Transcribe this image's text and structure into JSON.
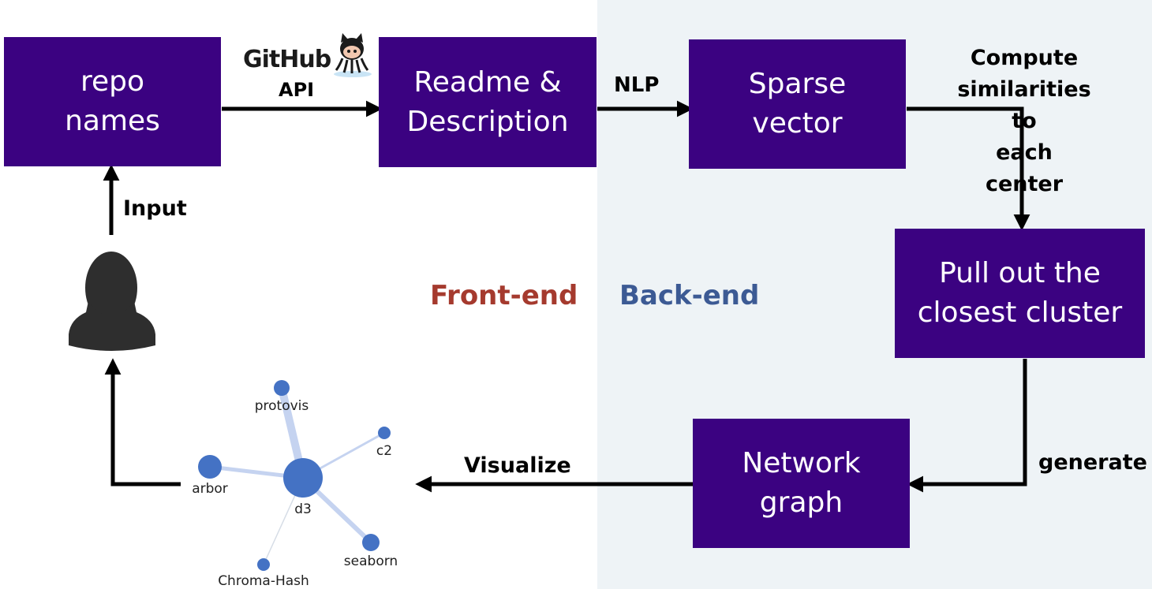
{
  "colors": {
    "box_fill": "#3b0281",
    "box_text": "#ffffff",
    "arrow": "#000000",
    "frontend_label": "#a53a2e",
    "backend_label": "#3c5a94",
    "backend_background": "#eef3f6",
    "graph_node": "#4472c4",
    "graph_edge": "#c5d3f0"
  },
  "boxes": {
    "repo_names": "repo\nnames",
    "readme_description": "Readme &\nDescription",
    "sparse_vector": "Sparse\nvector",
    "closest_cluster": "Pull out the\nclosest cluster",
    "network_graph": "Network\ngraph"
  },
  "arrow_labels": {
    "api": "API",
    "nlp": "NLP",
    "compute_similarities": "Compute\nsimilarities\nto\neach\ncenter",
    "generate": "generate",
    "visualize": "Visualize",
    "input": "Input"
  },
  "logo": {
    "text": "GitHub",
    "icon": "octocat-icon"
  },
  "sections": {
    "frontend": "Front-end",
    "backend": "Back-end"
  },
  "user_icon": "user-icon",
  "network_graph_nodes": [
    "protovis",
    "c2",
    "arbor",
    "d3",
    "seaborn",
    "Chroma-Hash"
  ]
}
